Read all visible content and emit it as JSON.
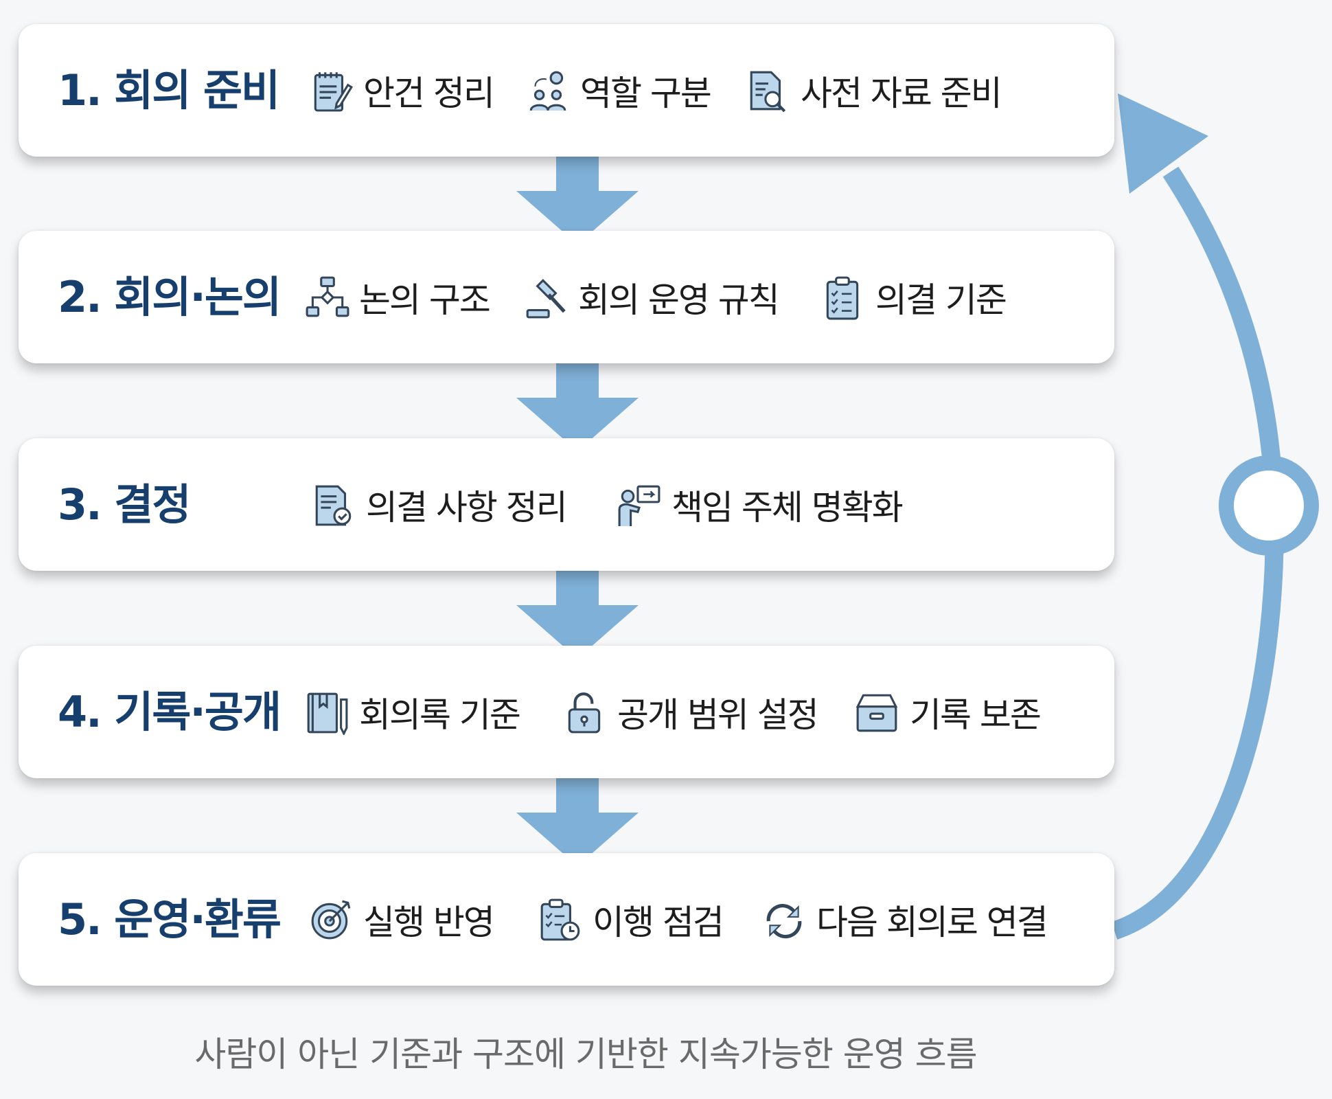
{
  "steps": [
    {
      "title": "1. 회의 준비",
      "items": [
        {
          "icon": "notepad-icon",
          "label": "안건 정리"
        },
        {
          "icon": "team-gear-icon",
          "label": "역할 구분"
        },
        {
          "icon": "document-search-icon",
          "label": "사전 자료 준비"
        }
      ]
    },
    {
      "title": "2. 회의·논의",
      "items": [
        {
          "icon": "flowchart-icon",
          "label": "논의 구조"
        },
        {
          "icon": "gavel-icon",
          "label": "회의 운영 규칙"
        },
        {
          "icon": "clipboard-checklist-icon",
          "label": "의결 기준"
        }
      ]
    },
    {
      "title": "3. 결정",
      "items": [
        {
          "icon": "document-check-icon",
          "label": "의결 사항 정리"
        },
        {
          "icon": "presenter-icon",
          "label": "책임 주체 명확화"
        }
      ]
    },
    {
      "title": "4. 기록·공개",
      "items": [
        {
          "icon": "book-pen-icon",
          "label": "회의록 기준"
        },
        {
          "icon": "unlock-icon",
          "label": "공개 범위 설정"
        },
        {
          "icon": "archive-box-icon",
          "label": "기록 보존"
        }
      ]
    },
    {
      "title": "5. 운영·환류",
      "items": [
        {
          "icon": "target-icon",
          "label": "실행 반영"
        },
        {
          "icon": "clipboard-clock-icon",
          "label": "이행 점검"
        },
        {
          "icon": "cycle-arrows-icon",
          "label": "다음 회의로 연결"
        }
      ]
    }
  ],
  "caption": "사람이 아닌 기준과 구조에 기반한 지속가능한 운영 흐름",
  "colors": {
    "title": "#173f6d",
    "arrow": "#7fb0d7",
    "icon_fill": "#bcd6ec",
    "icon_stroke": "#34465a"
  }
}
